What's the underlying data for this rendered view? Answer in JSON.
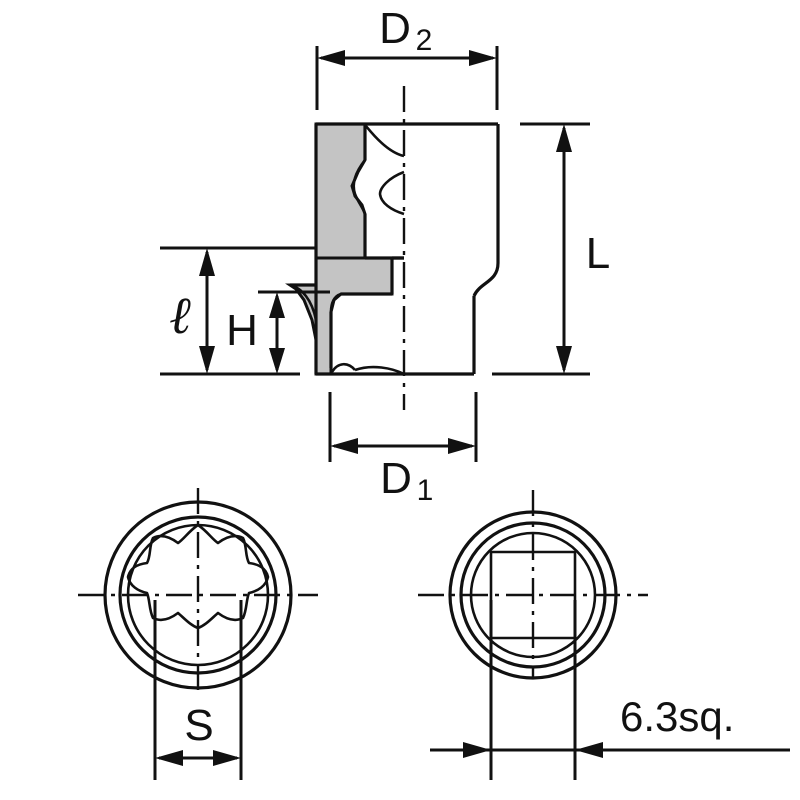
{
  "drawing": {
    "title": "Socket wrench dimension drawing",
    "background_color": "#ffffff",
    "line_color": "#111111",
    "section_fill_color": "#c4c4c4",
    "views": {
      "main_section": {
        "name": "main-sectional-elevation",
        "description": "Half-section elevation of socket body"
      },
      "bottom_left": {
        "name": "twelve-point-end-view",
        "description": "End view showing 12-point bi-hex socket profile"
      },
      "bottom_right": {
        "name": "square-drive-end-view",
        "description": "End view showing square drive opening"
      }
    }
  },
  "dimensions": {
    "d2": {
      "label": "D",
      "subscript": "2",
      "name": "diameter-upper"
    },
    "d1": {
      "label": "D",
      "subscript": "1",
      "name": "diameter-lower"
    },
    "length_total": {
      "label": "L",
      "name": "overall-length"
    },
    "depth_l": {
      "label": "ℓ",
      "name": "socket-depth"
    },
    "height_h": {
      "label": "H",
      "name": "drive-depth"
    },
    "across_flats": {
      "label": "S",
      "name": "across-flats"
    }
  },
  "annotations": {
    "drive_size": {
      "label": "6.3sq.",
      "name": "drive-square-size-note"
    }
  }
}
